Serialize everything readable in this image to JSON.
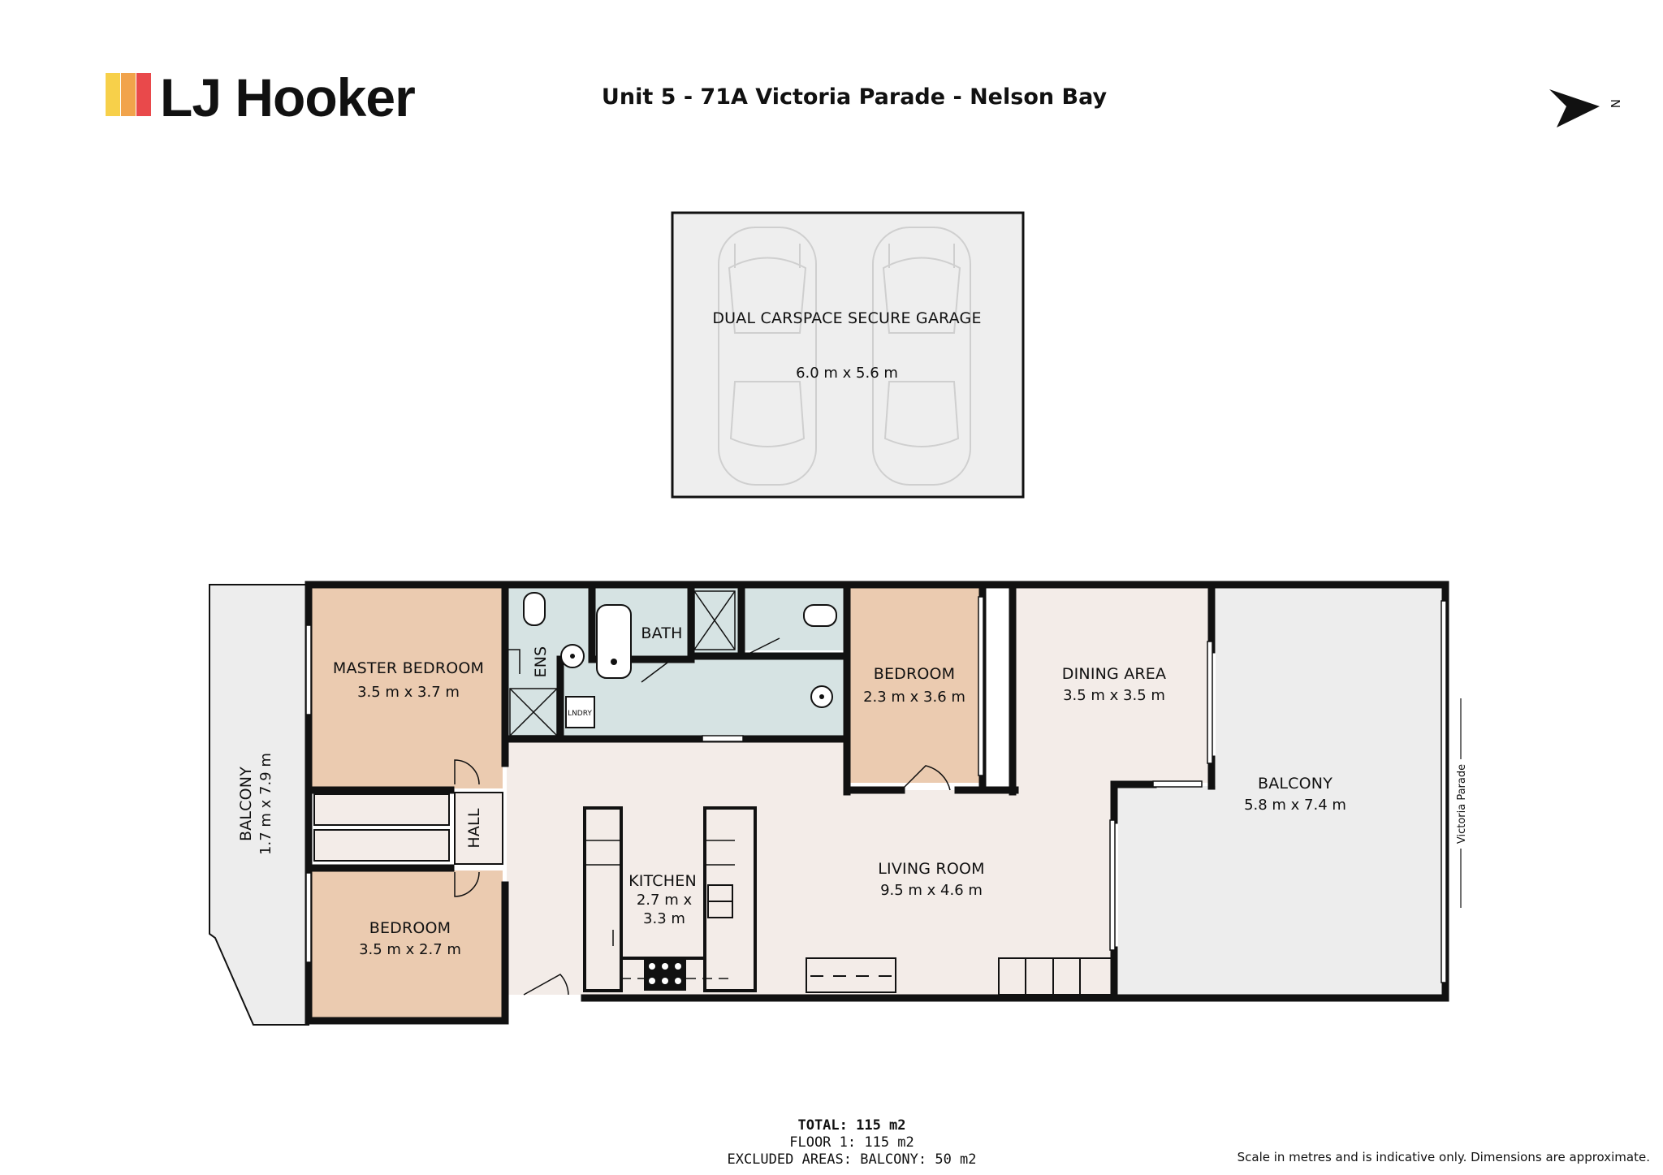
{
  "brand": {
    "name": "LJ Hooker",
    "stripe_colors": [
      "#F7D04A",
      "#F1A34B",
      "#E9494B"
    ]
  },
  "title": "Unit 5 - 71A Victoria Parade - Nelson Bay",
  "north_label": "N",
  "street_label": "Victoria Parade",
  "colors": {
    "bedroom_fill": "#EBCBB0",
    "living_fill": "#F3ECE8",
    "wet_fill": "#D6E3E3",
    "balcony_fill": "#EDEDED",
    "garage_fill": "#EEEEEE"
  },
  "garage": {
    "label": "DUAL CARSPACE SECURE GARAGE",
    "dims": "6.0 m x 5.6 m"
  },
  "rooms": {
    "balcony_left": {
      "label": "BALCONY",
      "dims": "1.7 m x 7.9 m"
    },
    "master_bedroom": {
      "label": "MASTER BEDROOM",
      "dims": "3.5 m x 3.7 m"
    },
    "bedroom_2": {
      "label": "BEDROOM",
      "dims": "3.5 m x 2.7 m"
    },
    "hall": {
      "label": "HALL"
    },
    "ensuite": {
      "label": "ENS"
    },
    "bath": {
      "label": "BATH"
    },
    "laundry": {
      "label": "LNDRY"
    },
    "bedroom_3": {
      "label": "BEDROOM",
      "dims": "2.3 m x 3.6 m"
    },
    "dining": {
      "label": "DINING AREA",
      "dims": "3.5 m x 3.5 m"
    },
    "kitchen": {
      "label": "KITCHEN",
      "dims_line1": "2.7 m x",
      "dims_line2": "3.3 m"
    },
    "living": {
      "label": "LIVING ROOM",
      "dims": "9.5 m x 4.6 m"
    },
    "balcony_right": {
      "label": "BALCONY",
      "dims": "5.8 m x 7.4 m"
    }
  },
  "totals": {
    "total": "TOTAL: 115 m2",
    "floor": "FLOOR 1: 115 m2",
    "excluded": "EXCLUDED AREAS: BALCONY: 50 m2"
  },
  "disclaimer": "Scale in metres and is indicative only. Dimensions are approximate."
}
